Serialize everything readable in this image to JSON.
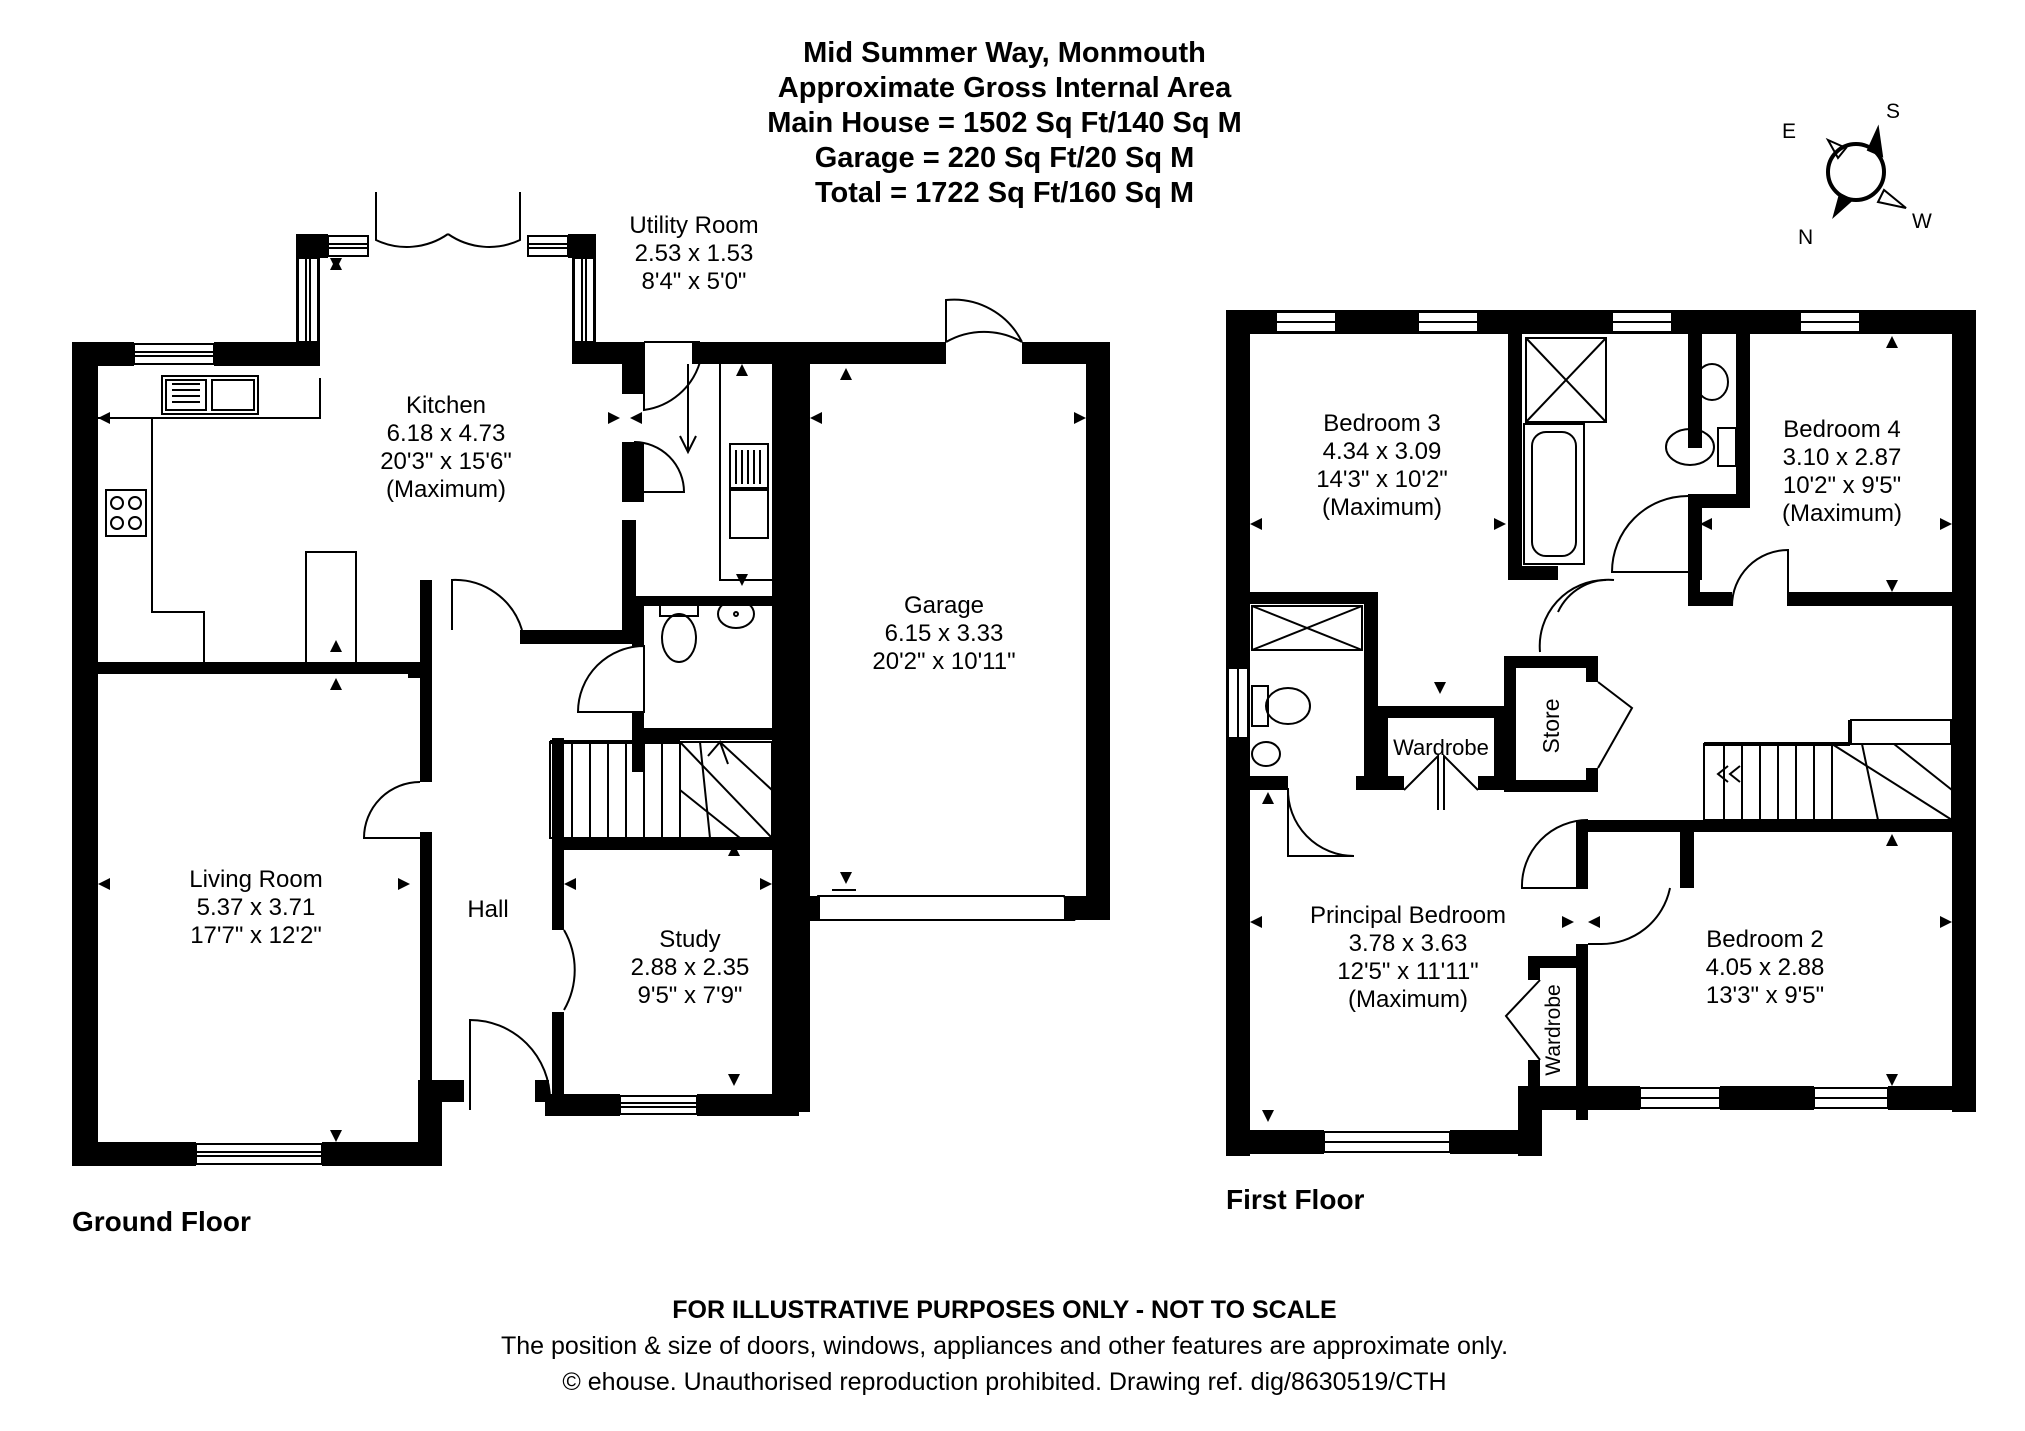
{
  "header": {
    "title": "Mid Summer Way, Monmouth",
    "subtitle": "Approximate Gross Internal Area",
    "main_house": "Main House = 1502 Sq Ft/140 Sq M",
    "garage": "Garage = 220 Sq Ft/20 Sq M",
    "total": "Total = 1722 Sq Ft/160 Sq M"
  },
  "compass": {
    "north": "N",
    "east": "E",
    "south": "S",
    "west": "W"
  },
  "floors": {
    "ground": "Ground Floor",
    "first": "First Floor"
  },
  "ground_rooms": {
    "kitchen": {
      "name": "Kitchen",
      "metric": "6.18 x 4.73",
      "imperial": "20'3\" x 15'6\"",
      "note": "(Maximum)"
    },
    "utility": {
      "name": "Utility Room",
      "metric": "2.53 x 1.53",
      "imperial": "8'4\" x 5'0\""
    },
    "garage": {
      "name": "Garage",
      "metric": "6.15 x 3.33",
      "imperial": "20'2\" x 10'11\""
    },
    "living": {
      "name": "Living Room",
      "metric": "5.37 x 3.71",
      "imperial": "17'7\" x 12'2\""
    },
    "hall": {
      "name": "Hall"
    },
    "study": {
      "name": "Study",
      "metric": "2.88 x 2.35",
      "imperial": "9'5\" x 7'9\""
    }
  },
  "first_rooms": {
    "bedroom3": {
      "name": "Bedroom 3",
      "metric": "4.34 x 3.09",
      "imperial": "14'3\" x 10'2\"",
      "note": "(Maximum)"
    },
    "bedroom4": {
      "name": "Bedroom 4",
      "metric": "3.10 x 2.87",
      "imperial": "10'2\" x 9'5\"",
      "note": "(Maximum)"
    },
    "wardrobe1": {
      "name": "Wardrobe"
    },
    "store": {
      "name": "Store"
    },
    "principal": {
      "name": "Principal Bedroom",
      "metric": "3.78 x 3.63",
      "imperial": "12'5\" x 11'11\"",
      "note": "(Maximum)"
    },
    "wardrobe2": {
      "name": "Wardrobe"
    },
    "bedroom2": {
      "name": "Bedroom 2",
      "metric": "4.05 x 2.88",
      "imperial": "13'3\" x 9'5\""
    }
  },
  "footer": {
    "line1": "FOR ILLUSTRATIVE PURPOSES ONLY - NOT TO SCALE",
    "line2": "The position & size of doors, windows, appliances and other features are approximate only.",
    "line3": "© ehouse. Unauthorised reproduction prohibited. Drawing ref. dig/8630519/CTH"
  }
}
